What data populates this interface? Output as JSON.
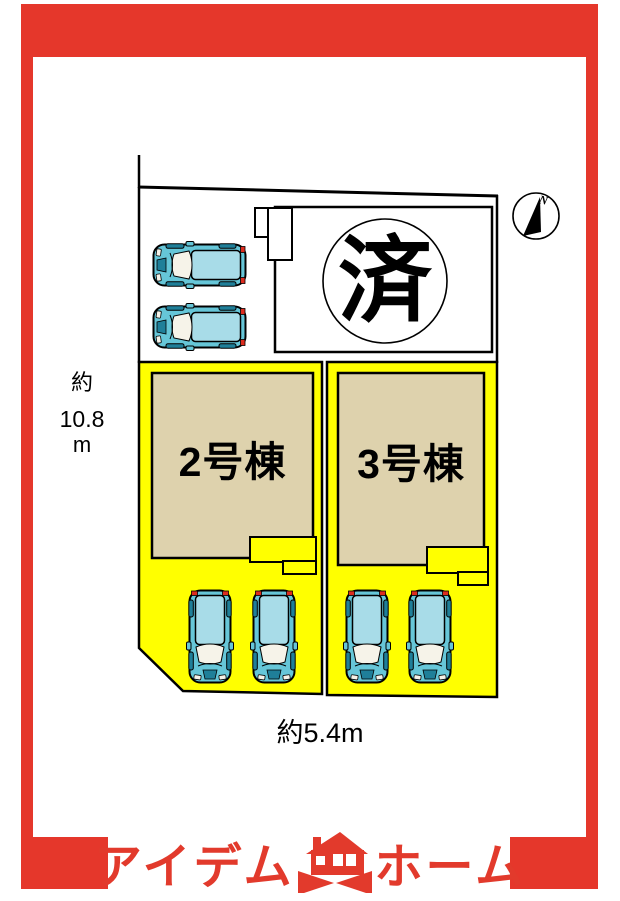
{
  "colors": {
    "frame_red": "#e5372b",
    "logo_red": "#e23a2c",
    "parcel_yellow": "#ffff00",
    "building_tan": "#ded2ad",
    "car_body": "#66c6d8",
    "car_roof": "#a8dce8",
    "car_dark": "#1f7f99",
    "car_glass": "#f6f3e9",
    "tail_red": "#dd2c1e"
  },
  "plan": {
    "north_label": "N",
    "sold_lot": {
      "stamp": "済"
    },
    "buildings": [
      {
        "label": "2号棟"
      },
      {
        "label": "3号棟"
      }
    ],
    "dimensions": {
      "left_prefix": "約",
      "left_value": "10.8",
      "left_unit": "m",
      "bottom": "約5.4m"
    },
    "parking": {
      "upper_cars": 2,
      "lower_cars": 4
    }
  },
  "footer": {
    "brand_left": "アイデム",
    "brand_right": "ホーム"
  }
}
